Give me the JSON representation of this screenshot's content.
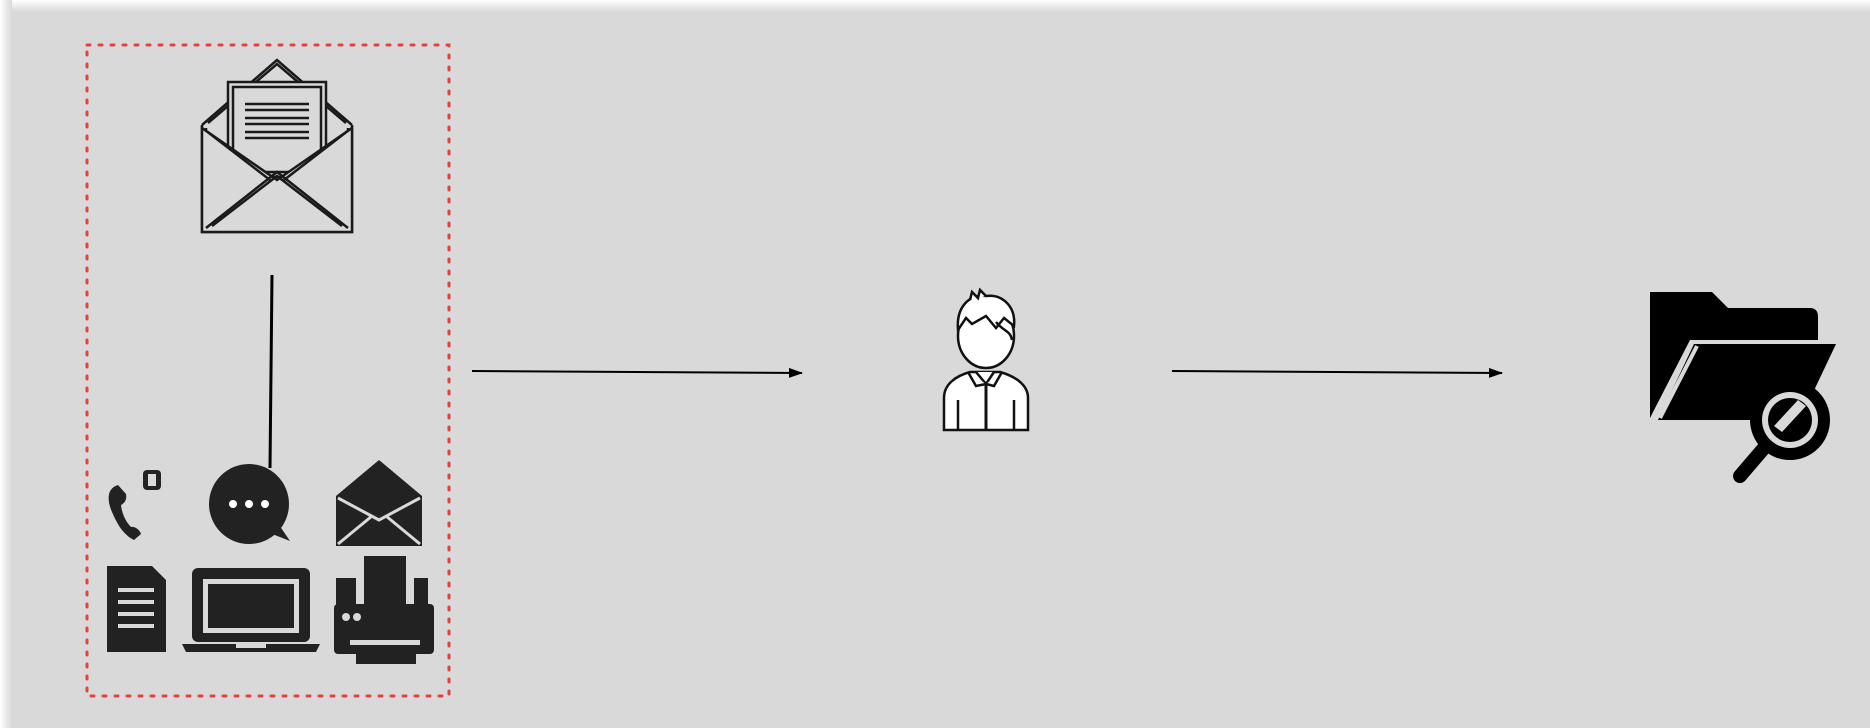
{
  "diagram": {
    "nodes": [
      {
        "id": "input-channels",
        "label": ""
      },
      {
        "id": "person",
        "label": ""
      },
      {
        "id": "folder-search",
        "label": ""
      }
    ],
    "edges": [
      {
        "from": "input-channels",
        "to": "person"
      },
      {
        "from": "person",
        "to": "folder-search"
      }
    ],
    "colors": {
      "background": "#d9d9d9",
      "group_border": "#e0443a",
      "icon": "#222222",
      "arrow": "#000000"
    },
    "icons": [
      "open-envelope-icon",
      "phone-icon",
      "chat-bubble-icon",
      "envelope-icon",
      "document-icon",
      "laptop-icon",
      "printer-icon",
      "person-icon",
      "folder-search-icon"
    ]
  }
}
